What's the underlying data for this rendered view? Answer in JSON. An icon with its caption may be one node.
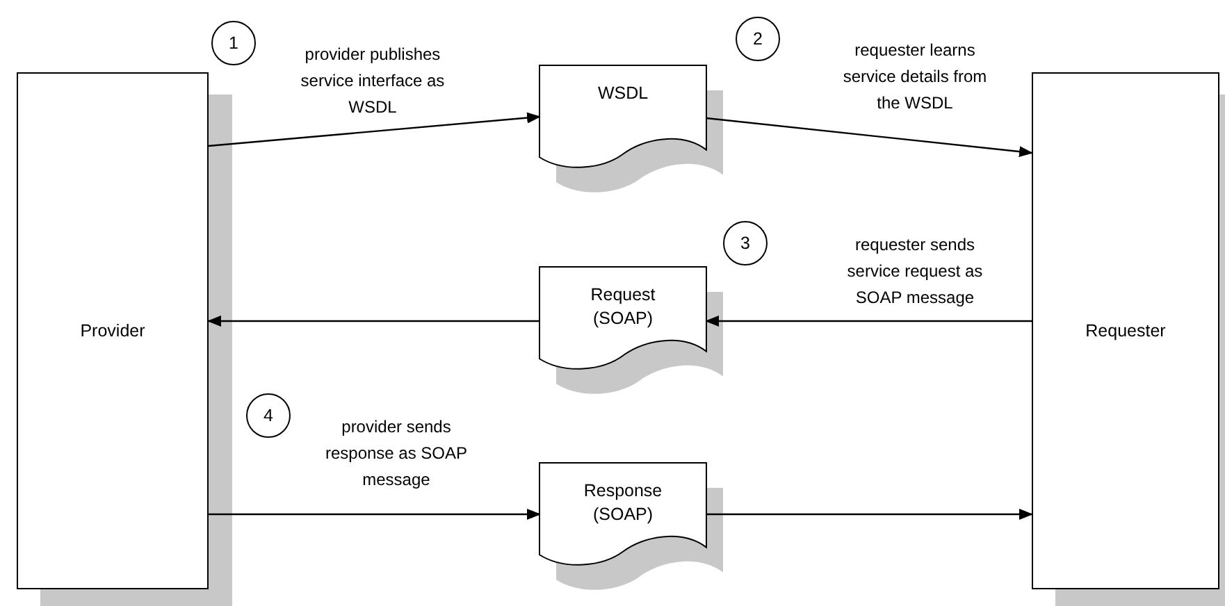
{
  "diagram": {
    "nodes": [
      {
        "text": [
          "Provider"
        ]
      },
      {
        "text": [
          "Requester"
        ]
      },
      {
        "text": [
          "WSDL"
        ]
      },
      {
        "text": [
          "Request (SOAP)"
        ]
      },
      {
        "text": [
          "Response (SOAP)"
        ]
      },
      {
        "text": [
          "1"
        ]
      },
      {
        "text": [
          "2"
        ]
      },
      {
        "text": [
          "3"
        ]
      },
      {
        "text": [
          "4"
        ]
      }
    ],
    "labels": [
      "provider publishes service interface as WSDL",
      "requester learns service details from the WSDL",
      "requester sends service request as SOAP message",
      "provider sends response as SOAP message"
    ],
    "edges": [
      {
        "from": 0,
        "to": 2,
        "arrow": "to"
      },
      {
        "from": 2,
        "to": 1,
        "arrow": "to"
      },
      {
        "from": 1,
        "to": 3,
        "arrow": "to"
      },
      {
        "from": 3,
        "to": 0,
        "arrow": "to"
      },
      {
        "from": 0,
        "to": 4,
        "arrow": "to"
      },
      {
        "from": 4,
        "to": 1,
        "arrow": "to"
      }
    ]
  }
}
